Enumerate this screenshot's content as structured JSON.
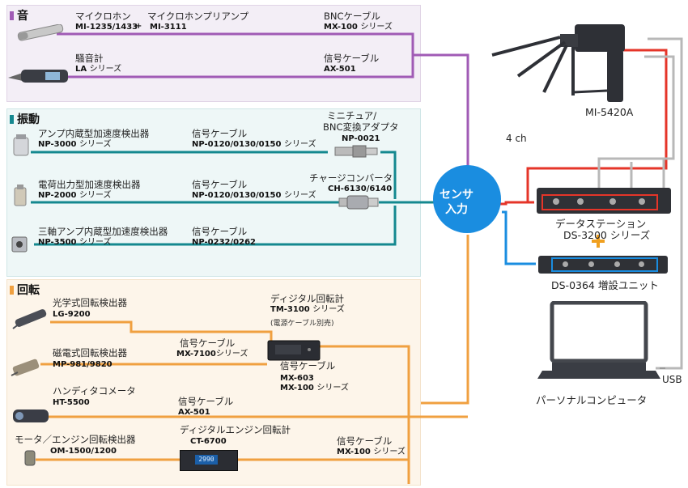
{
  "colors": {
    "sound": "#a05bb5",
    "vibration": "#14888f",
    "rotation": "#f0a040",
    "red": "#e53529",
    "gray": "#b5b5b5",
    "blue": "#1a8de0",
    "hub": "#1a8de0",
    "plus": "#f0a020"
  },
  "sections": {
    "sound": {
      "title": "音"
    },
    "vibration": {
      "title": "振動"
    },
    "rotation": {
      "title": "回転"
    }
  },
  "sound": {
    "mic_name": "マイクロホン",
    "mic_model": "MI-1235/1433",
    "plus": "+",
    "preamp_name": "マイクロホンプリアンプ",
    "preamp_model": "MI-3111",
    "bnc_name": "BNCケーブル",
    "bnc_model": "MX-100",
    "bnc_suffix": "シリーズ",
    "slm_name": "騒音計",
    "slm_model": "LA",
    "slm_suffix": "シリーズ",
    "sig_name": "信号ケーブル",
    "sig_model": "AX-501"
  },
  "vibration": {
    "amp_name": "アンプ内蔵型加速度検出器",
    "amp_model": "NP-3000",
    "amp_suffix": "シリーズ",
    "cable1_name": "信号ケーブル",
    "cable1_model": "NP-0120/0130/0150",
    "cable1_suffix": "シリーズ",
    "adapter_name1": "ミニチュア/",
    "adapter_name2": "BNC変換アダプタ",
    "adapter_model": "NP-0021",
    "charge_name": "電荷出力型加速度検出器",
    "charge_model": "NP-2000",
    "charge_suffix": "シリーズ",
    "cable2_name": "信号ケーブル",
    "cable2_model": "NP-0120/0130/0150",
    "cable2_suffix": "シリーズ",
    "conv_name": "チャージコンバータ",
    "conv_model": "CH-6130/6140",
    "triax_name": "三軸アンプ内蔵型加速度検出器",
    "triax_model": "NP-3500",
    "triax_suffix": "シリーズ",
    "cable3_name": "信号ケーブル",
    "cable3_model": "NP-0232/0262"
  },
  "rotation": {
    "optical_name": "光学式回転検出器",
    "optical_model": "LG-9200",
    "tach_name": "ディジタル回転計",
    "tach_model": "TM-3100",
    "tach_suffix": "シリーズ",
    "tach_note": "(電源ケーブル別売)",
    "cable1_name": "信号ケーブル",
    "cable1_model": "MX-7100",
    "cable1_suffix": "シリーズ",
    "mag_name": "磁電式回転検出器",
    "mag_model": "MP-981/9820",
    "cable2_name": "信号ケーブル",
    "cable2_model1": "MX-603",
    "cable2_model2": "MX-100",
    "cable2_suffix": "シリーズ",
    "handy_name": "ハンディタコメータ",
    "handy_model": "HT-5500",
    "cable3_name": "信号ケーブル",
    "cable3_model": "AX-501",
    "motor_name": "モータ／エンジン回転検出器",
    "motor_model": "OM-1500/1200",
    "engine_name": "ディジタルエンジン回転計",
    "engine_model": "CT-6700",
    "cable4_name": "信号ケーブル",
    "cable4_model": "MX-100",
    "cable4_suffix": "シリーズ",
    "engine_display": "2990"
  },
  "hub": {
    "line1": "センサ",
    "line2": "入力"
  },
  "right": {
    "mi_label": "MI-5420A",
    "ch_label": "4 ch",
    "ds_name": "データステーション",
    "ds_model": "DS-3200 シリーズ",
    "plus": "+",
    "unit_label": "DS-0364  増設ユニット",
    "usb_label": "USB",
    "pc_label": "パーソナルコンピュータ"
  }
}
